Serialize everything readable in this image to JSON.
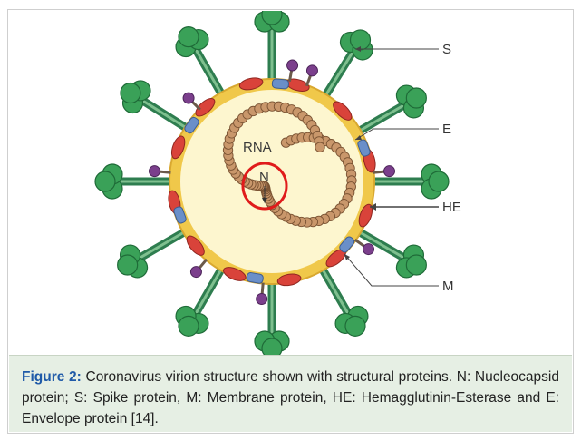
{
  "diagram": {
    "labels": {
      "spike": "S",
      "envelope": "E",
      "hemagglutinin_esterase": "HE",
      "membrane": "M",
      "rna": "RNA",
      "nucleocapsid": "N"
    },
    "colors": {
      "spike_head": "#3aa158",
      "spike_stalk": "#2e7d4f",
      "membrane_ring": "#f0c84a",
      "interior": "#fdf6cf",
      "m_protein": "#d9433a",
      "e_protein": "#6a8fc9",
      "he_protein": "#7b3f8c",
      "rna_beads": "#c9976b",
      "highlight_circle": "#e01b1b"
    }
  },
  "caption": {
    "label": "Figure 2:",
    "text": " Coronavirus virion structure shown with structural proteins. N: Nucleocapsid protein; S: Spike protein, M: Membrane protein, HE: Hemagglutinin-Esterase and E: Envelope protein [14]."
  }
}
